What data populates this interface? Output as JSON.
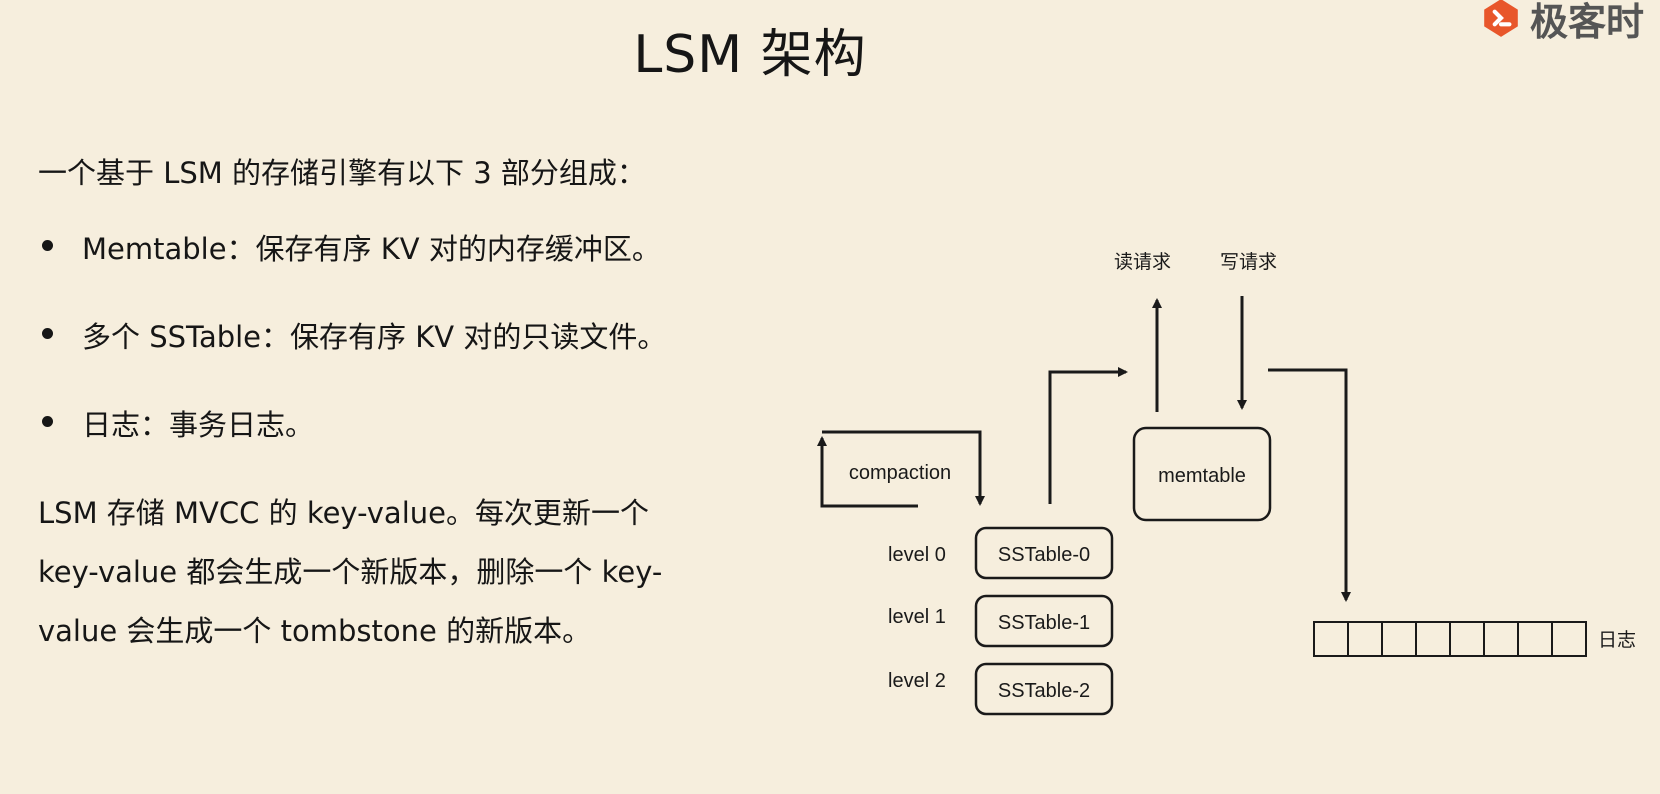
{
  "title": "LSM 架构",
  "logo": {
    "text": "极客时",
    "icon": "geektime-logo-icon",
    "color": "#e8562a"
  },
  "intro": "一个基于 LSM 的存储引擎有以下 3 部分组成：",
  "bullets": [
    "Memtable：保存有序 KV 对的内存缓冲区。",
    "多个 SSTable：保存有序 KV 对的只读文件。",
    "日志：事务日志。"
  ],
  "paragraph_lines": [
    "LSM 存储 MVCC 的 key-value。每次更新一个",
    "key-value 都会生成一个新版本，删除一个 key-",
    "value 会生成一个 tombstone 的新版本。"
  ],
  "diagram": {
    "read_request": "读请求",
    "write_request": "写请求",
    "memtable": "memtable",
    "compaction": "compaction",
    "levels": [
      "level 0",
      "level 1",
      "level 2"
    ],
    "sstables": [
      "SSTable-0",
      "SSTable-1",
      "SSTable-2"
    ],
    "log_label": "日志",
    "log_cells": 8
  },
  "colors": {
    "background": "#f6eedd",
    "ink": "#161616"
  }
}
